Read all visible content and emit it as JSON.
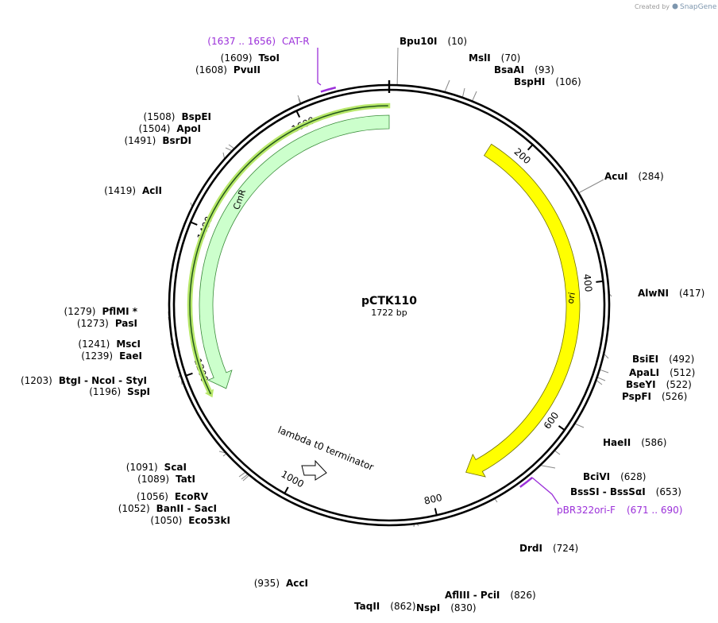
{
  "plasmid": {
    "name": "pCTK110",
    "length": "1722 bp",
    "total_bp": 1722
  },
  "credit": {
    "prefix": "Created by",
    "brand": "SnapGene"
  },
  "colors": {
    "ori": "#ffff00",
    "cmr": "#ccffcc",
    "cmr_outline": "#3a8c3a",
    "cmr_highlight": "#22561c",
    "primer": "#9b30d9",
    "backbone": "#000000",
    "leader": "#888888"
  },
  "ticks": [
    {
      "label": "200",
      "pos": 200
    },
    {
      "label": "400",
      "pos": 400
    },
    {
      "label": "600",
      "pos": 600
    },
    {
      "label": "800",
      "pos": 800
    },
    {
      "label": "1000",
      "pos": 1000
    },
    {
      "label": "1200",
      "pos": 1200
    },
    {
      "label": "1400",
      "pos": 1400
    },
    {
      "label": "1600",
      "pos": 1600
    }
  ],
  "features": [
    {
      "name": "ori",
      "start": 155,
      "end": 743,
      "strand": "forward"
    },
    {
      "name": "CmR",
      "start": 1162,
      "end": 1722,
      "strand": "reverse"
    },
    {
      "name": "lambda t0 terminator",
      "start": 1020,
      "end": 1090,
      "strand": "forward"
    }
  ],
  "primers": [
    {
      "name": "CAT-R",
      "coords": "(1637 .. 1656)",
      "start": 1637,
      "end": 1656
    },
    {
      "name": "pBR322ori-F",
      "coords": "(671 .. 690)",
      "start": 671,
      "end": 690
    }
  ],
  "sites": [
    {
      "name": "Bpu10I",
      "pos": "(10)",
      "bp": 10
    },
    {
      "name": "MslI",
      "pos": "(70)",
      "bp": 70
    },
    {
      "name": "BsaAI",
      "pos": "(93)",
      "bp": 93
    },
    {
      "name": "BspHI",
      "pos": "(106)",
      "bp": 106
    },
    {
      "name": "AcuI",
      "pos": "(284)",
      "bp": 284
    },
    {
      "name": "AlwNI",
      "pos": "(417)",
      "bp": 417
    },
    {
      "name": "BsiEI",
      "pos": "(492)",
      "bp": 492
    },
    {
      "name": "ApaLI",
      "pos": "(512)",
      "bp": 512
    },
    {
      "name": "BseYI",
      "pos": "(522)",
      "bp": 522
    },
    {
      "name": "PspFI",
      "pos": "(526)",
      "bp": 526
    },
    {
      "name": "HaeII",
      "pos": "(586)",
      "bp": 586
    },
    {
      "name": "BciVI",
      "pos": "(628)",
      "bp": 628
    },
    {
      "name": "BssSI - BssSαI",
      "pos": "(653)",
      "bp": 653
    },
    {
      "name": "DrdI",
      "pos": "(724)",
      "bp": 724
    },
    {
      "name": "AflIII - PciI",
      "pos": "(826)",
      "bp": 826
    },
    {
      "name": "NspI",
      "pos": "(830)",
      "bp": 830
    },
    {
      "name": "TaqII",
      "pos": "(862)",
      "bp": 862
    },
    {
      "name": "AccI",
      "pos": "(935)",
      "bp": 935
    },
    {
      "name": "Eco53kI",
      "pos": "(1050)",
      "bp": 1050
    },
    {
      "name": "BanII - SacI",
      "pos": "(1052)",
      "bp": 1052
    },
    {
      "name": "EcoRV",
      "pos": "(1056)",
      "bp": 1056
    },
    {
      "name": "TatI",
      "pos": "(1089)",
      "bp": 1089
    },
    {
      "name": "ScaI",
      "pos": "(1091)",
      "bp": 1091
    },
    {
      "name": "SspI",
      "pos": "(1196)",
      "bp": 1196
    },
    {
      "name": "BtgI - NcoI - StyI",
      "pos": "(1203)",
      "bp": 1203
    },
    {
      "name": "EaeI",
      "pos": "(1239)",
      "bp": 1239
    },
    {
      "name": "MscI",
      "pos": "(1241)",
      "bp": 1241
    },
    {
      "name": "PasI",
      "pos": "(1273)",
      "bp": 1273
    },
    {
      "name": "PflMI *",
      "pos": "(1279)",
      "bp": 1279
    },
    {
      "name": "AclI",
      "pos": "(1419)",
      "bp": 1419
    },
    {
      "name": "BsrDI",
      "pos": "(1491)",
      "bp": 1491
    },
    {
      "name": "ApoI",
      "pos": "(1504)",
      "bp": 1504
    },
    {
      "name": "BspEI",
      "pos": "(1508)",
      "bp": 1508
    },
    {
      "name": "PvuII",
      "pos": "(1608)",
      "bp": 1608
    },
    {
      "name": "TsoI",
      "pos": "(1609)",
      "bp": 1609
    }
  ]
}
